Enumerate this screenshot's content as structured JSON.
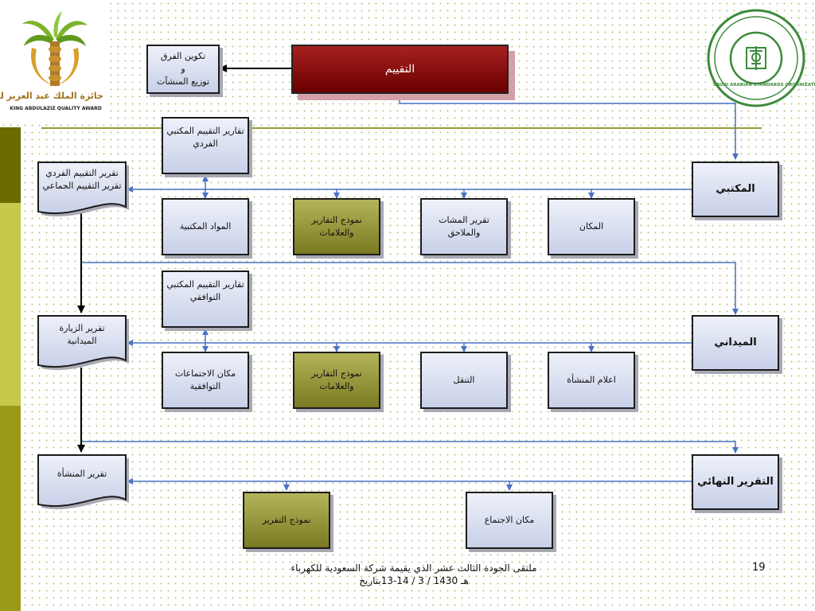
{
  "nodes": {
    "evaluation": "التقييم",
    "team_forming": "تكوين الفرق\nو\nتوزيع المنشآت",
    "office": "المكتبي",
    "field": "الميداني",
    "final_report": "التقرير النهائي",
    "individual_office_reports": "تقارير التقييم المكتبي\nالفردي",
    "office_materials": "المواد المكتبية",
    "reports_forms_1": "نموذج التقارير\nوالعلامات",
    "voting_reports": "تقرير المشات\nوالملاحق",
    "place": "المكان",
    "individual_group_report": "تقرير التقييم الفردي\nتقرير التقييم الجماعي",
    "consensus_office_reports": "تقارير التقييم المكتبي\nالتوافقي",
    "consensus_meetings_place": "مكان الاجتماعات\nالتوافقية",
    "reports_forms_2": "نموذج التقارير\nوالعلامات",
    "transport": "التنقل",
    "inform_facility": "اعلام المنشأة",
    "field_visit_report": "تقرير الزيارة\nالميدانية",
    "facility_report": "تقرير المنشأة",
    "report_form": "نموذج التقرير",
    "meeting_place": "مكان الاجتماع"
  },
  "logos": {
    "left_arabic": "جائزة الملك عبد العزيز للجودة",
    "left_english": "KING ABDULAZIZ QUALITY AWARD",
    "right_english": "SAUDI ARABIAN STANDARDS ORGANIZATION"
  },
  "footer": {
    "line1": "ملتقى الجودة الثالث عشر الذي يقيمة شركة السعودية للكهرباء",
    "line2": "هـ 1430 / 3 / 14-13بتاريخ"
  },
  "page_number": "19",
  "colors": {
    "sidebar": [
      "#6b6b00",
      "#c5c84a",
      "#9a9a18"
    ],
    "connector": "#4a72c4"
  }
}
